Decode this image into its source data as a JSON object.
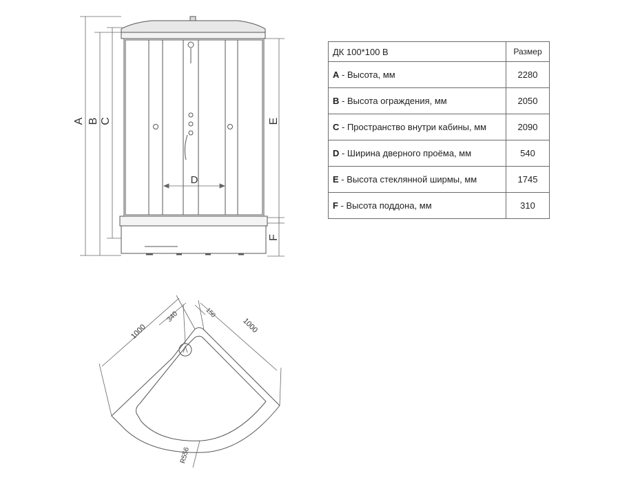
{
  "table": {
    "model": "ДК 100*100 В",
    "size_header": "Размер",
    "rows": [
      {
        "key": "A",
        "label": "Высота, мм",
        "value": "2280"
      },
      {
        "key": "B",
        "label": "Высота ограждения, мм",
        "value": "2050"
      },
      {
        "key": "C",
        "label": "Пространство внутри кабины, мм",
        "value": "2090"
      },
      {
        "key": "D",
        "label": "Ширина дверного проёма, мм",
        "value": "540"
      },
      {
        "key": "E",
        "label": "Высота стеклянной ширмы, мм",
        "value": "1745"
      },
      {
        "key": "F",
        "label": "Высота поддона, мм",
        "value": "310"
      }
    ]
  },
  "front_view": {
    "labels": {
      "a": "A",
      "b": "B",
      "c": "C",
      "d": "D",
      "e": "E",
      "f": "F"
    }
  },
  "top_view": {
    "dims": {
      "left_side": "1000",
      "right_side": "1000",
      "drain_offset": "340",
      "drain_offset_small": "150",
      "radius": "R556"
    }
  }
}
